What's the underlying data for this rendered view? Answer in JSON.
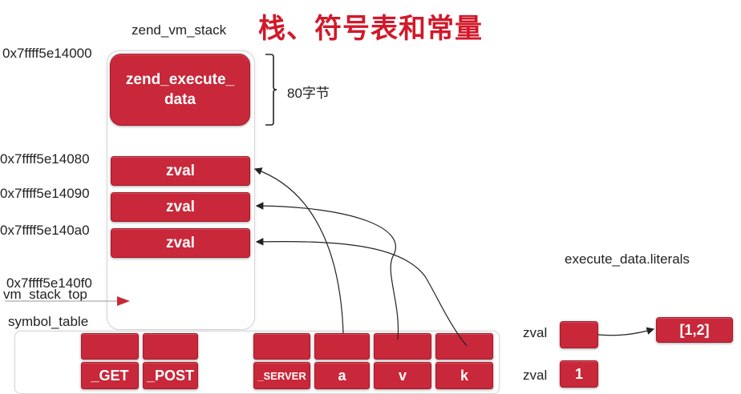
{
  "title": "栈、符号表和常量",
  "stack": {
    "label": "zend_vm_stack",
    "execute_data_label": "zend_execute_\ndata",
    "size_label": "80字节",
    "addresses": [
      "0x7ffff5e14000",
      "0x7ffff5e14080",
      "0x7ffff5e14090",
      "0x7ffff5e140a0",
      "0x7ffff5e140f0"
    ],
    "zvals": [
      "zval",
      "zval",
      "zval"
    ],
    "top_label": "vm_stack_top"
  },
  "symbol_table": {
    "label": "symbol_table",
    "keys": [
      "_GET",
      "_POST",
      "_SERVER",
      "a",
      "v",
      "k"
    ]
  },
  "literals": {
    "label": "execute_data.literals",
    "rows": [
      {
        "label": "zval",
        "value": ""
      },
      {
        "label": "zval",
        "value": "1"
      }
    ],
    "array_value": "[1,2]"
  },
  "colors": {
    "accent": "#c8283a",
    "title": "#d1192a"
  }
}
